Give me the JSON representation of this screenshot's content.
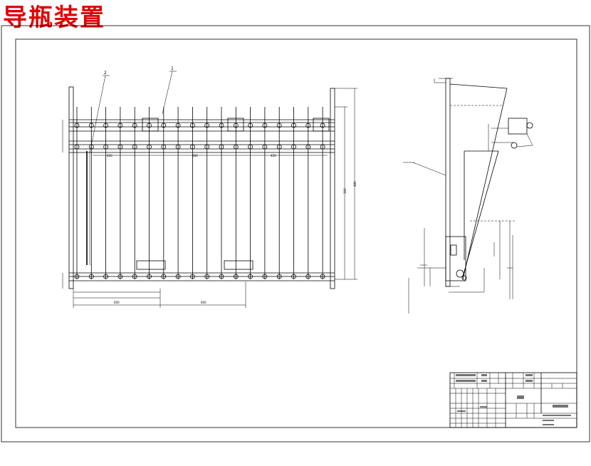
{
  "title": "导瓶装置",
  "callouts": {
    "item1": "1",
    "item2": "2"
  },
  "accent_color": "#e00000",
  "line_color": "#000000"
}
